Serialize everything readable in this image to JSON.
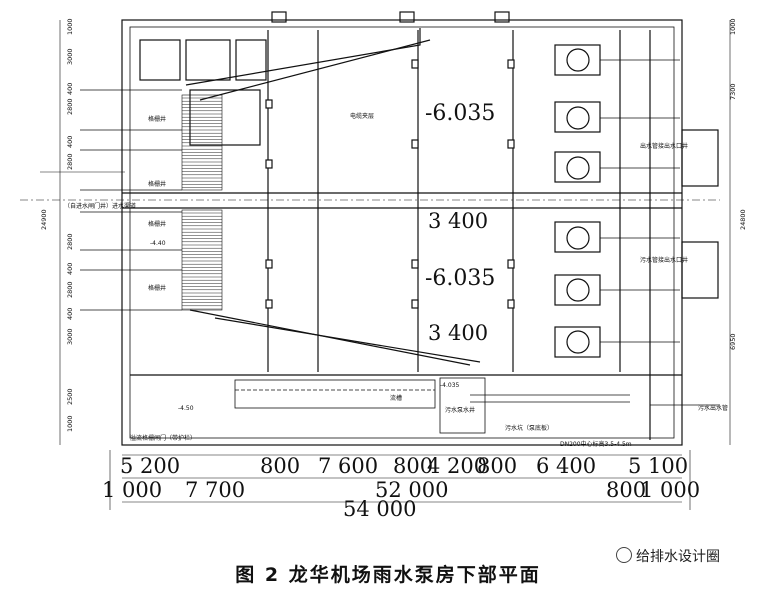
{
  "caption": "图 2    龙华机场雨水泵房下部平面",
  "watermark": "给排水设计圈",
  "elevations": [
    "-6.035",
    "-6.035"
  ],
  "widths": [
    "3 400",
    "3 400"
  ],
  "dims_row1": [
    "5 200",
    "800",
    "7 600",
    "800",
    "4 200",
    "800",
    "6 400",
    "5 100"
  ],
  "dims_row2": [
    "1 000",
    "7 700",
    "52 000",
    "800",
    "1 000"
  ],
  "dims_total": "54 000",
  "left_dims": [
    "1000",
    "3000",
    "400",
    "2800",
    "400",
    "2800",
    "24900",
    "2800",
    "400",
    "2800",
    "400",
    "3000",
    "2500",
    "1000"
  ],
  "right_dims": [
    "1000",
    "7300",
    "24800",
    "6950"
  ],
  "labels": {
    "grille": "格栅井",
    "cable": "电缆夹层",
    "flow": "流槽",
    "sewage_pump": "污水泵水井",
    "sewage_pit": "污水坑（泵底板）",
    "outlet_top": "出水管接出水口井",
    "outlet_bottom": "污水管接出水口井",
    "inlet": "（自进水闸门井）进水渠道",
    "sewage_outlet": "污水出水管",
    "pipe_dn": "DN200中心标高3.5-4.5m",
    "valve_note": "溢流格栅闸门（带护栏）",
    "elev_small1": "-4.40",
    "elev_small2": "-4.50",
    "elev_small3": "-4.035"
  }
}
